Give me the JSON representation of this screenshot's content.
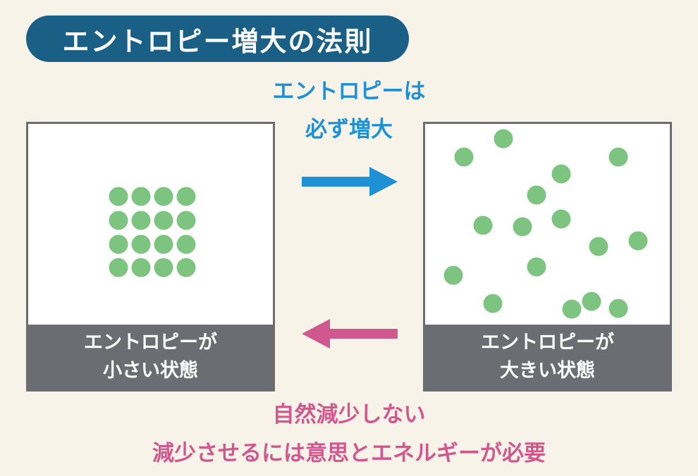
{
  "title": "エントロピー増大の法則",
  "top_caption": [
    "エントロピーは",
    "必ず増大"
  ],
  "left_box": {
    "label": [
      "エントロピーが",
      "小さい状態"
    ]
  },
  "right_box": {
    "label": [
      "エントロピーが",
      "大きい状態"
    ]
  },
  "bottom_caption": [
    "自然減少しない",
    "減少させるには意思とエネルギーが必要"
  ],
  "colors": {
    "title_bg": "#1a5f86",
    "blue_text": "#1e90d4",
    "pink_text": "#d0588e",
    "particle": "#7cc47f",
    "box_frame": "#6b6d72",
    "background": "#f7f3e8"
  },
  "icons": {
    "forward_arrow": "arrow-right-icon",
    "backward_arrow": "arrow-left-icon"
  }
}
